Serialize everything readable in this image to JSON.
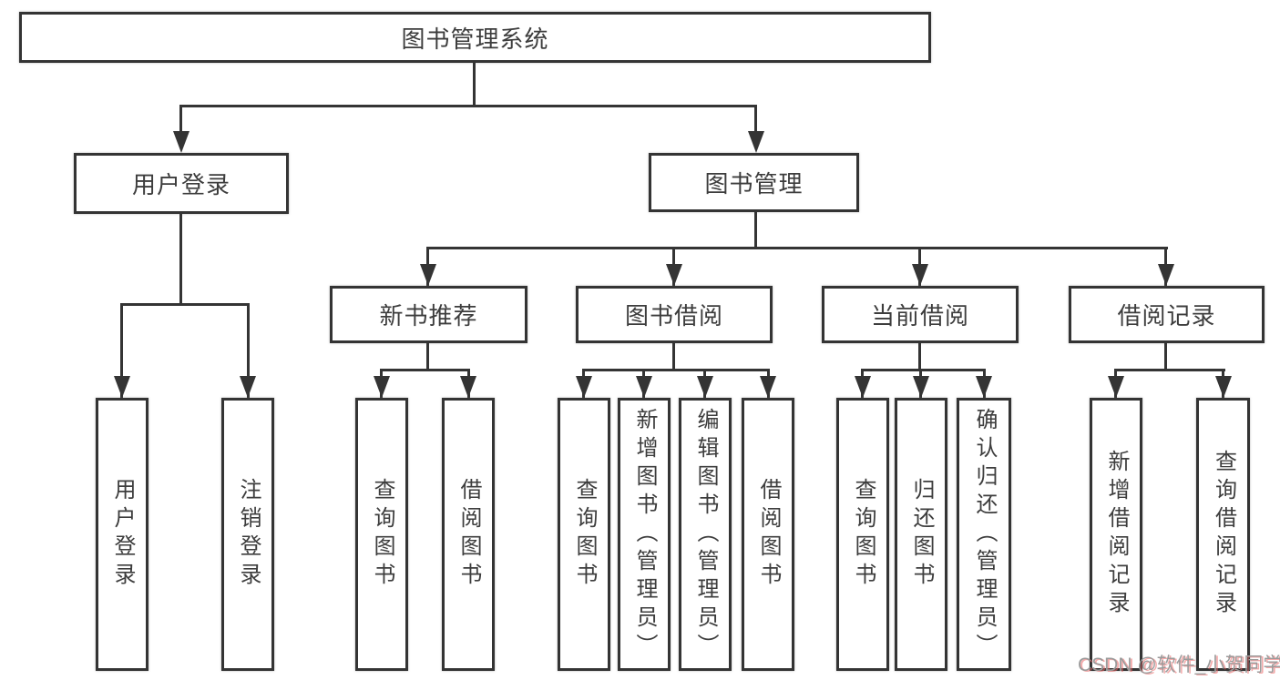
{
  "diagram": {
    "root": {
      "label": "图书管理系统",
      "children": [
        {
          "label": "用户登录",
          "children": [
            {
              "label": "用户登录"
            },
            {
              "label": "注销登录"
            }
          ]
        },
        {
          "label": "图书管理",
          "children": [
            {
              "label": "新书推荐",
              "children": [
                {
                  "label": "查询图书"
                },
                {
                  "label": "借阅图书"
                }
              ]
            },
            {
              "label": "图书借阅",
              "children": [
                {
                  "label": "查询图书"
                },
                {
                  "label": "新增图书（管理员）"
                },
                {
                  "label": "编辑图书（管理员）"
                },
                {
                  "label": "借阅图书"
                }
              ]
            },
            {
              "label": "当前借阅",
              "children": [
                {
                  "label": "查询图书"
                },
                {
                  "label": "归还图书"
                },
                {
                  "label": "确认归还（管理员）"
                }
              ]
            },
            {
              "label": "借阅记录",
              "children": [
                {
                  "label": "新增借阅记录"
                },
                {
                  "label": "查询借阅记录"
                }
              ]
            }
          ]
        }
      ]
    },
    "watermark": "CSDN @软件_小贺同学"
  },
  "colors": {
    "line": "#343434",
    "text": "#3d3d3d",
    "watermark_gray": "#9b9b9b",
    "watermark_red": "#eb6464",
    "background": "#ffffff"
  }
}
